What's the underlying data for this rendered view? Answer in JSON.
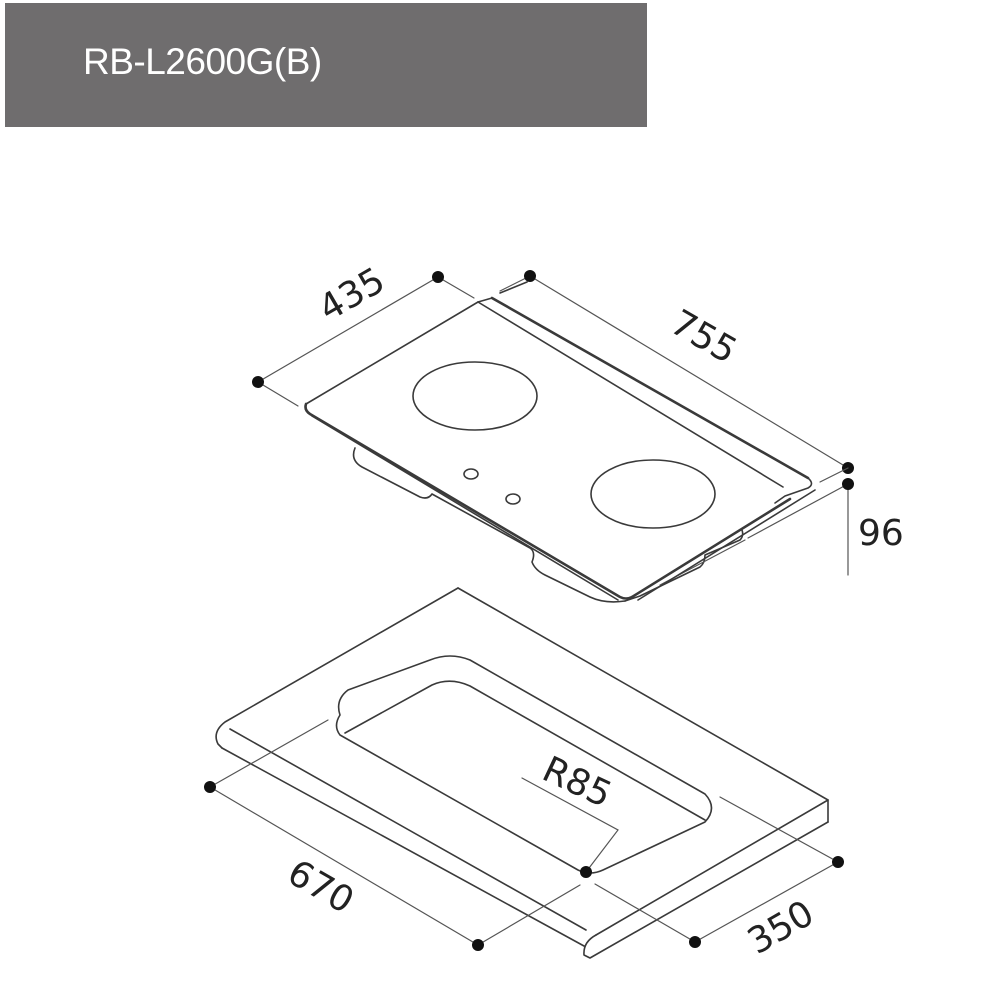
{
  "header": {
    "model_name": "RB-L2600G(B)",
    "banner_color": "#6f6d6e",
    "text_color": "#ffffff"
  },
  "cooktop_drawing": {
    "dimensions": {
      "depth": "435",
      "width": "755",
      "height": "96"
    },
    "burners": 2,
    "knobs": 2
  },
  "cutout_drawing": {
    "dimensions": {
      "cutout_width": "670",
      "cutout_depth": "350",
      "corner_radius": "R85"
    }
  },
  "colors": {
    "line": "#3a3a3a",
    "dot": "#111111",
    "background": "#ffffff"
  }
}
